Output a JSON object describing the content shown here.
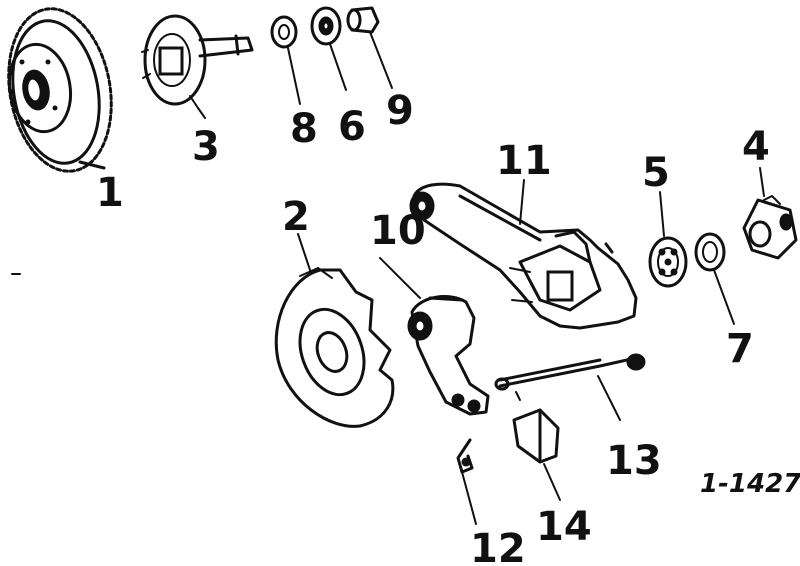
{
  "diagram": {
    "figure_code": "1-1427",
    "parts": [
      {
        "id": "1"
      },
      {
        "id": "2"
      },
      {
        "id": "3"
      },
      {
        "id": "4"
      },
      {
        "id": "5"
      },
      {
        "id": "6"
      },
      {
        "id": "7"
      },
      {
        "id": "8"
      },
      {
        "id": "9"
      },
      {
        "id": "10"
      },
      {
        "id": "11"
      },
      {
        "id": "12"
      },
      {
        "id": "13"
      },
      {
        "id": "14"
      }
    ]
  },
  "colors": {
    "ink": "#111111",
    "paper": "#ffffff"
  }
}
